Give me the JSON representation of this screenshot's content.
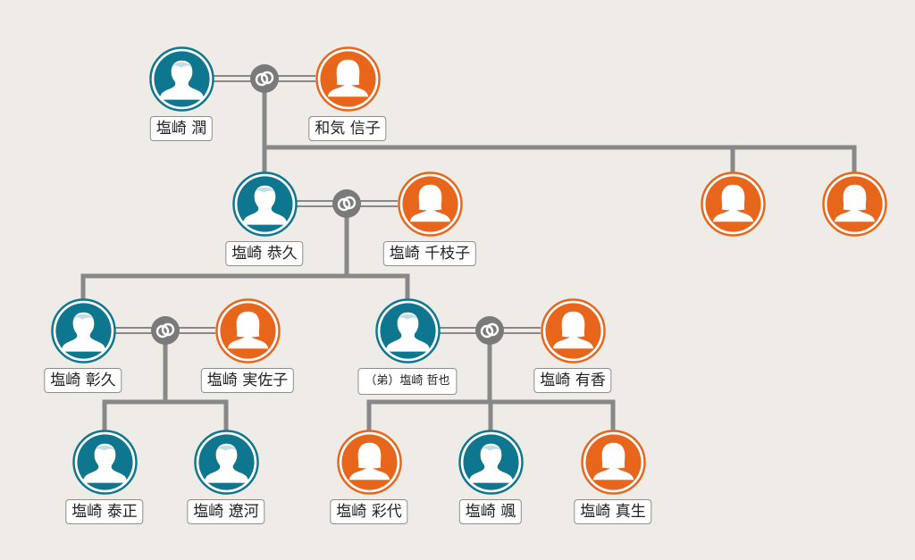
{
  "colors": {
    "male": "#0f7690",
    "female": "#e8661c",
    "line": "#888888",
    "ring": "#7a7a7a",
    "background": "#efece8"
  },
  "people": {
    "jun": {
      "name": "塩崎 潤",
      "gender": "male"
    },
    "nobuko": {
      "name": "和気 信子",
      "gender": "female"
    },
    "yasuhisa": {
      "name": "塩崎 恭久",
      "gender": "male"
    },
    "chieko": {
      "name": "塩崎 千枝子",
      "gender": "female"
    },
    "sister1": {
      "name": "",
      "gender": "female"
    },
    "sister2": {
      "name": "",
      "gender": "female"
    },
    "akihisa": {
      "name": "塩崎 彰久",
      "gender": "male"
    },
    "misako": {
      "name": "塩崎 実佐子",
      "gender": "female"
    },
    "tetsuya": {
      "name": "（弟）塩崎 哲也",
      "gender": "male"
    },
    "yuka": {
      "name": "塩崎 有香",
      "gender": "female"
    },
    "taisei": {
      "name": "塩崎 泰正",
      "gender": "male"
    },
    "ryoga": {
      "name": "塩崎 遼河",
      "gender": "male"
    },
    "sayo": {
      "name": "塩崎 彩代",
      "gender": "female"
    },
    "hayate": {
      "name": "塩崎 颯",
      "gender": "male"
    },
    "masaki": {
      "name": "塩崎 真生",
      "gender": "female"
    }
  },
  "marriages": [
    {
      "id": "m1",
      "spouses": [
        "jun",
        "nobuko"
      ],
      "children": [
        "yasuhisa",
        "sister1",
        "sister2"
      ]
    },
    {
      "id": "m2",
      "spouses": [
        "yasuhisa",
        "chieko"
      ],
      "children": [
        "akihisa",
        "tetsuya"
      ]
    },
    {
      "id": "m3",
      "spouses": [
        "akihisa",
        "misako"
      ],
      "children": [
        "taisei",
        "ryoga"
      ]
    },
    {
      "id": "m4",
      "spouses": [
        "tetsuya",
        "yuka"
      ],
      "children": [
        "sayo",
        "hayate",
        "masaki"
      ]
    }
  ]
}
